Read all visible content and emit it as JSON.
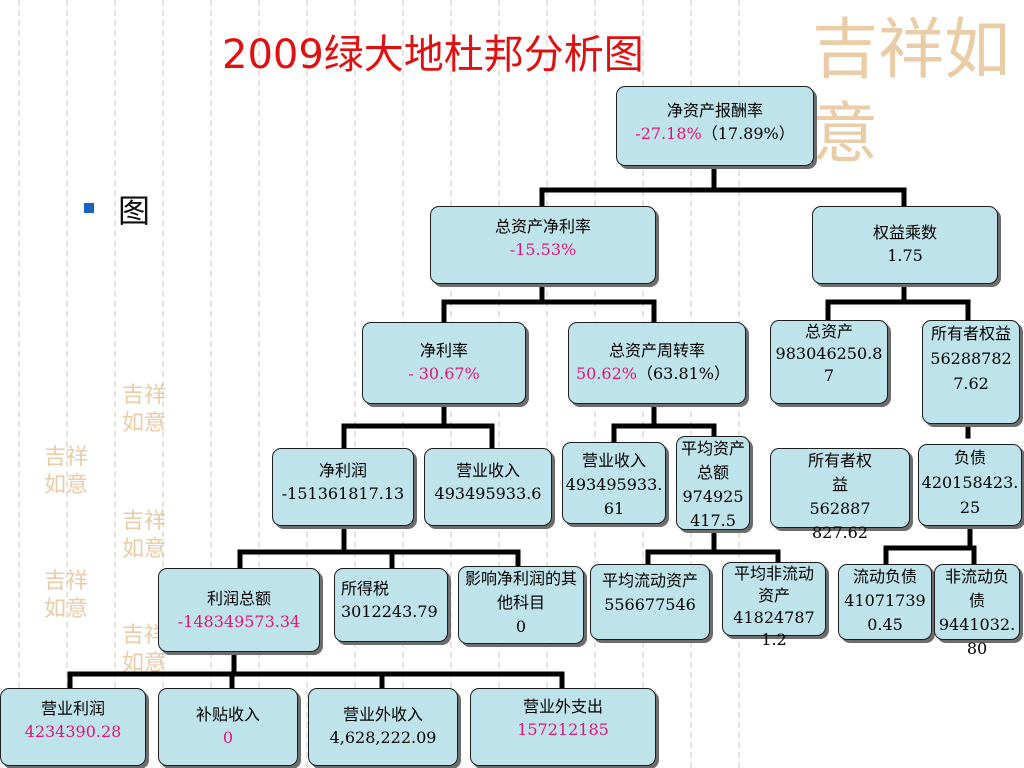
{
  "title": "2009绿大地杜邦分析图",
  "bullet_text": "图",
  "nodes": {
    "roe": {
      "label": "净资产报酬率",
      "value": "-27.18%",
      "extra": "（17.89%）"
    },
    "roa": {
      "label": "总资产净利率",
      "value": "-15.53%"
    },
    "equity_multiplier": {
      "label": "权益乘数",
      "value": "1.75"
    },
    "net_margin": {
      "label": "净利率",
      "value": "- 30.67%"
    },
    "asset_turnover": {
      "label": "总资产周转率",
      "value": "50.62%",
      "extra": "（63.81%）"
    },
    "total_assets": {
      "label": "总资产",
      "value": "983046250.87"
    },
    "owner_equity": {
      "label": "所有者权益",
      "value": "562887827.62"
    },
    "net_profit": {
      "label": "净利润",
      "value": "-151361817.13"
    },
    "revenue_a": {
      "label": "营业收入",
      "value": "493495933.6"
    },
    "revenue_b": {
      "label": "营业收入",
      "value": "493495933.61"
    },
    "avg_total_assets": {
      "label": "平均资产总额",
      "value": "974925417.5"
    },
    "owner_equity_2": {
      "label": "所有者权益",
      "value": "562887827.62"
    },
    "liabilities": {
      "label": "负债",
      "value": "420158423.25"
    },
    "total_profit": {
      "label": "利润总额",
      "value": "-148349573.34"
    },
    "income_tax": {
      "label": "所得税",
      "value": "3012243.79"
    },
    "other_items": {
      "label": "影响净利润的其他科目",
      "value": "0"
    },
    "avg_current_assets": {
      "label": "平均流动资产",
      "value": "556677546"
    },
    "avg_noncurrent_assets": {
      "label": "平均非流动资产",
      "value": "418247871.2"
    },
    "current_liabilities": {
      "label": "流动负债",
      "value": "410717390.45"
    },
    "noncurrent_liabilities": {
      "label": "非流动负债",
      "value": "9441032.80"
    },
    "operating_profit": {
      "label": "营业利润",
      "value": "4234390.28"
    },
    "subsidy_income": {
      "label": "补贴收入",
      "value": "0"
    },
    "non_operating_income": {
      "label": "营业外收入",
      "value": "4,628,222.09"
    },
    "non_operating_expense": {
      "label": "营业外支出",
      "value": "157212185"
    }
  },
  "decor_text": "吉祥如意",
  "colors": {
    "title": "#e01010",
    "node_fill": "#bfe3ea",
    "highlight": "#e0157b",
    "bullet": "#1a62c4"
  }
}
